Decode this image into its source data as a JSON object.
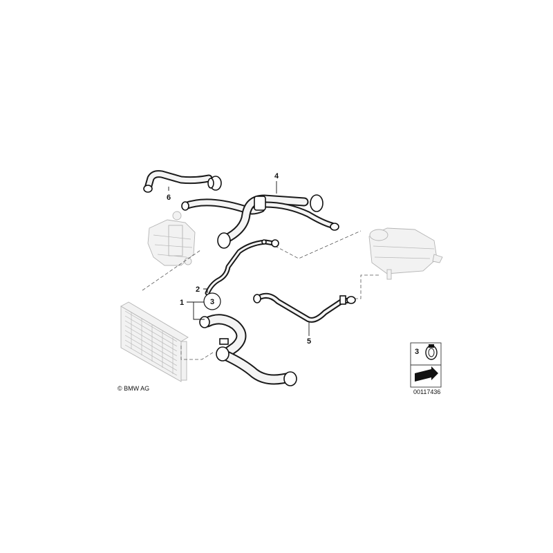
{
  "copyright": "© BMW AG",
  "diagram_number": "00117436",
  "callouts": {
    "part_1": "1",
    "part_2": "2",
    "part_3": "3",
    "part_4": "4",
    "part_5": "5",
    "part_6": "6"
  },
  "legend_box": {
    "label": "3"
  }
}
